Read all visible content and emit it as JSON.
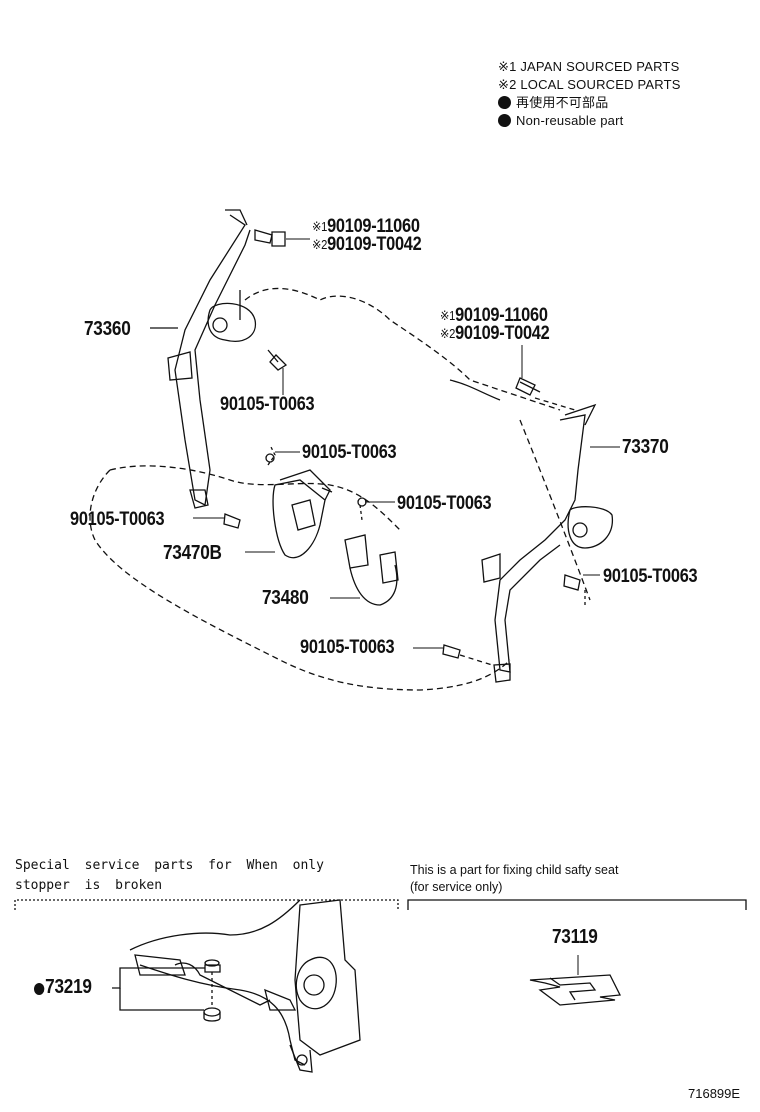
{
  "legend": {
    "japan": "※1 JAPAN SOURCED PARTS",
    "local": "※2 LOCAL SOURCED PARTS",
    "non_reuse_jp": "再使用不可部品",
    "non_reuse_en": "Non-reusable part"
  },
  "labels": {
    "l_73360": "73360",
    "l_73370": "73370",
    "l_73470b": "73470B",
    "l_73480": "73480",
    "bolt_left_1": "90109-11060",
    "bolt_left_2": "90109-T0042",
    "bolt_right_1": "90109-11060",
    "bolt_right_2": "90109-T0042",
    "mark1": "※1",
    "mark2": "※2",
    "b_t0063_a": "90105-T0063",
    "b_t0063_b": "90105-T0063",
    "b_t0063_c": "90105-T0063",
    "b_t0063_d": "90105-T0063",
    "b_t0063_e": "90105-T0063",
    "b_t0063_f": "90105-T0063"
  },
  "bottom": {
    "left_note_line1": "Special service parts for When only",
    "left_note_line2": "stopper is broken",
    "left_part": "73219",
    "right_note_line1": "This is a part for fixing child safty seat",
    "right_note_line2": "(for service only)",
    "right_part": "73119"
  },
  "figure_id": "716899E"
}
